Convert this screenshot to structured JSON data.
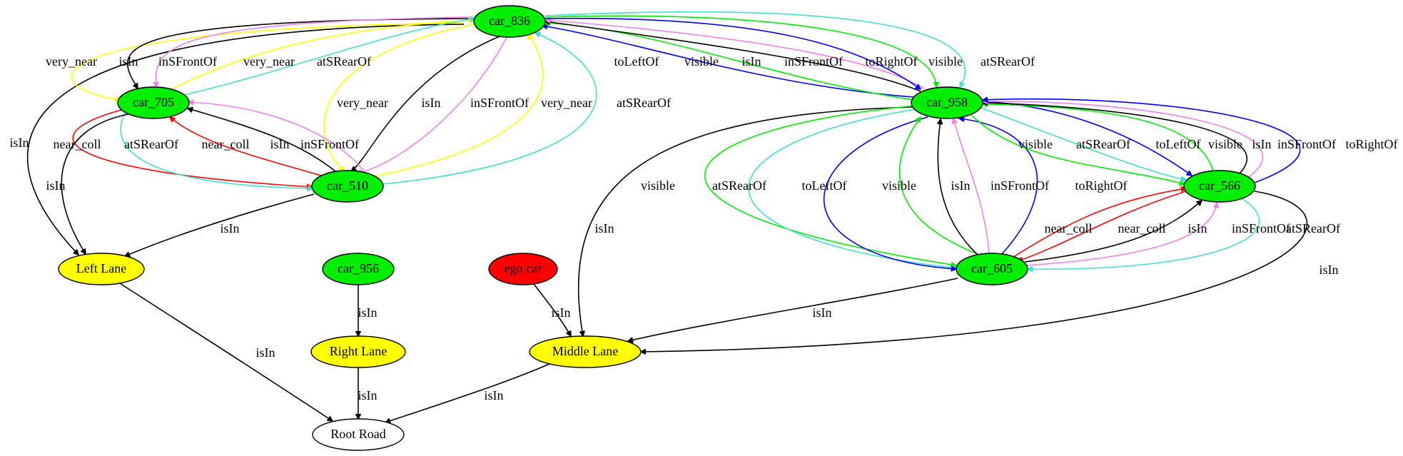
{
  "graph": {
    "nodes": [
      {
        "id": "car_836",
        "label": "car_836",
        "color": "#00ee00"
      },
      {
        "id": "car_705",
        "label": "car_705",
        "color": "#00ee00"
      },
      {
        "id": "car_510",
        "label": "car_510",
        "color": "#00ee00"
      },
      {
        "id": "car_958",
        "label": "car_958",
        "color": "#00ee00"
      },
      {
        "id": "car_566",
        "label": "car_566",
        "color": "#00ee00"
      },
      {
        "id": "car_605",
        "label": "car_605",
        "color": "#00ee00"
      },
      {
        "id": "car_956",
        "label": "car_956",
        "color": "#00ee00"
      },
      {
        "id": "ego_car",
        "label": "ego car",
        "color": "#ff0000"
      },
      {
        "id": "left_lane",
        "label": "Left Lane",
        "color": "#ffff00"
      },
      {
        "id": "right_lane",
        "label": "Right Lane",
        "color": "#ffff00"
      },
      {
        "id": "middle_lane",
        "label": "Middle Lane",
        "color": "#ffff00"
      },
      {
        "id": "root_road",
        "label": "Root Road",
        "color": "#ffffff"
      }
    ],
    "edges": [
      {
        "from": "car_836",
        "to": "left_lane",
        "label": "isIn",
        "color": "#000000"
      },
      {
        "from": "car_836",
        "to": "car_705",
        "label": "very_near",
        "color": "#ffff00"
      },
      {
        "from": "car_836",
        "to": "car_705",
        "label": "isIn",
        "color": "#000000"
      },
      {
        "from": "car_836",
        "to": "car_705",
        "label": "inSFrontOf",
        "color": "#ee82ee"
      },
      {
        "from": "car_705",
        "to": "car_836",
        "label": "very_near",
        "color": "#ffff00"
      },
      {
        "from": "car_705",
        "to": "car_836",
        "label": "atSRearOf",
        "color": "#40e0d0"
      },
      {
        "from": "car_836",
        "to": "car_510",
        "label": "very_near",
        "color": "#ffff00"
      },
      {
        "from": "car_836",
        "to": "car_510",
        "label": "isIn",
        "color": "#000000"
      },
      {
        "from": "car_836",
        "to": "car_510",
        "label": "inSFrontOf",
        "color": "#ee82ee"
      },
      {
        "from": "car_510",
        "to": "car_836",
        "label": "very_near",
        "color": "#ffff00"
      },
      {
        "from": "car_510",
        "to": "car_836",
        "label": "atSRearOf",
        "color": "#40e0d0"
      },
      {
        "from": "car_705",
        "to": "car_510",
        "label": "near_coll",
        "color": "#ff0000"
      },
      {
        "from": "car_705",
        "to": "car_510",
        "label": "atSRearOf",
        "color": "#40e0d0"
      },
      {
        "from": "car_510",
        "to": "car_705",
        "label": "near_coll",
        "color": "#ff0000"
      },
      {
        "from": "car_510",
        "to": "car_705",
        "label": "isIn",
        "color": "#000000"
      },
      {
        "from": "car_510",
        "to": "car_705",
        "label": "inSFrontOf",
        "color": "#ee82ee"
      },
      {
        "from": "car_705",
        "to": "left_lane",
        "label": "isIn",
        "color": "#000000"
      },
      {
        "from": "car_510",
        "to": "left_lane",
        "label": "isIn",
        "color": "#000000"
      },
      {
        "from": "car_958",
        "to": "car_836",
        "label": "toLeftOf",
        "color": "#0000ff"
      },
      {
        "from": "car_958",
        "to": "car_836",
        "label": "visible",
        "color": "#00ee00"
      },
      {
        "from": "car_958",
        "to": "car_836",
        "label": "isIn",
        "color": "#000000"
      },
      {
        "from": "car_958",
        "to": "car_836",
        "label": "inSFrontOf",
        "color": "#ee82ee"
      },
      {
        "from": "car_836",
        "to": "car_958",
        "label": "toRightOf",
        "color": "#0000ff"
      },
      {
        "from": "car_836",
        "to": "car_958",
        "label": "visible",
        "color": "#00ee00"
      },
      {
        "from": "car_836",
        "to": "car_958",
        "label": "atSRearOf",
        "color": "#40e0d0"
      },
      {
        "from": "car_958",
        "to": "middle_lane",
        "label": "isIn",
        "color": "#000000"
      },
      {
        "from": "car_958",
        "to": "car_605",
        "label": "visible",
        "color": "#00ee00"
      },
      {
        "from": "car_958",
        "to": "car_605",
        "label": "atSRearOf",
        "color": "#40e0d0"
      },
      {
        "from": "car_958",
        "to": "car_605",
        "label": "toLeftOf",
        "color": "#0000ff"
      },
      {
        "from": "car_605",
        "to": "car_958",
        "label": "visible",
        "color": "#00ee00"
      },
      {
        "from": "car_605",
        "to": "car_958",
        "label": "isIn",
        "color": "#000000"
      },
      {
        "from": "car_605",
        "to": "car_958",
        "label": "inSFrontOf",
        "color": "#ee82ee"
      },
      {
        "from": "car_605",
        "to": "car_958",
        "label": "toRightOf",
        "color": "#0000ff"
      },
      {
        "from": "car_958",
        "to": "car_566",
        "label": "visible",
        "color": "#00ee00"
      },
      {
        "from": "car_958",
        "to": "car_566",
        "label": "atSRearOf",
        "color": "#40e0d0"
      },
      {
        "from": "car_958",
        "to": "car_566",
        "label": "toLeftOf",
        "color": "#0000ff"
      },
      {
        "from": "car_566",
        "to": "car_958",
        "label": "visible",
        "color": "#00ee00"
      },
      {
        "from": "car_566",
        "to": "car_958",
        "label": "isIn",
        "color": "#000000"
      },
      {
        "from": "car_566",
        "to": "car_958",
        "label": "inSFrontOf",
        "color": "#ee82ee"
      },
      {
        "from": "car_566",
        "to": "car_958",
        "label": "toRightOf",
        "color": "#0000ff"
      },
      {
        "from": "car_605",
        "to": "car_566",
        "label": "near_coll",
        "color": "#ff0000"
      },
      {
        "from": "car_566",
        "to": "car_605",
        "label": "near_coll",
        "color": "#ff0000"
      },
      {
        "from": "car_605",
        "to": "car_566",
        "label": "isIn",
        "color": "#000000"
      },
      {
        "from": "car_605",
        "to": "car_566",
        "label": "inSFrontOf",
        "color": "#ee82ee"
      },
      {
        "from": "car_566",
        "to": "car_605",
        "label": "atSRearOf",
        "color": "#40e0d0"
      },
      {
        "from": "car_566",
        "to": "middle_lane",
        "label": "isIn",
        "color": "#000000"
      },
      {
        "from": "car_605",
        "to": "middle_lane",
        "label": "isIn",
        "color": "#000000"
      },
      {
        "from": "car_956",
        "to": "right_lane",
        "label": "isIn",
        "color": "#000000"
      },
      {
        "from": "ego_car",
        "to": "middle_lane",
        "label": "isIn",
        "color": "#000000"
      },
      {
        "from": "left_lane",
        "to": "root_road",
        "label": "isIn",
        "color": "#000000"
      },
      {
        "from": "right_lane",
        "to": "root_road",
        "label": "isIn",
        "color": "#000000"
      },
      {
        "from": "middle_lane",
        "to": "root_road",
        "label": "isIn",
        "color": "#000000"
      }
    ]
  }
}
